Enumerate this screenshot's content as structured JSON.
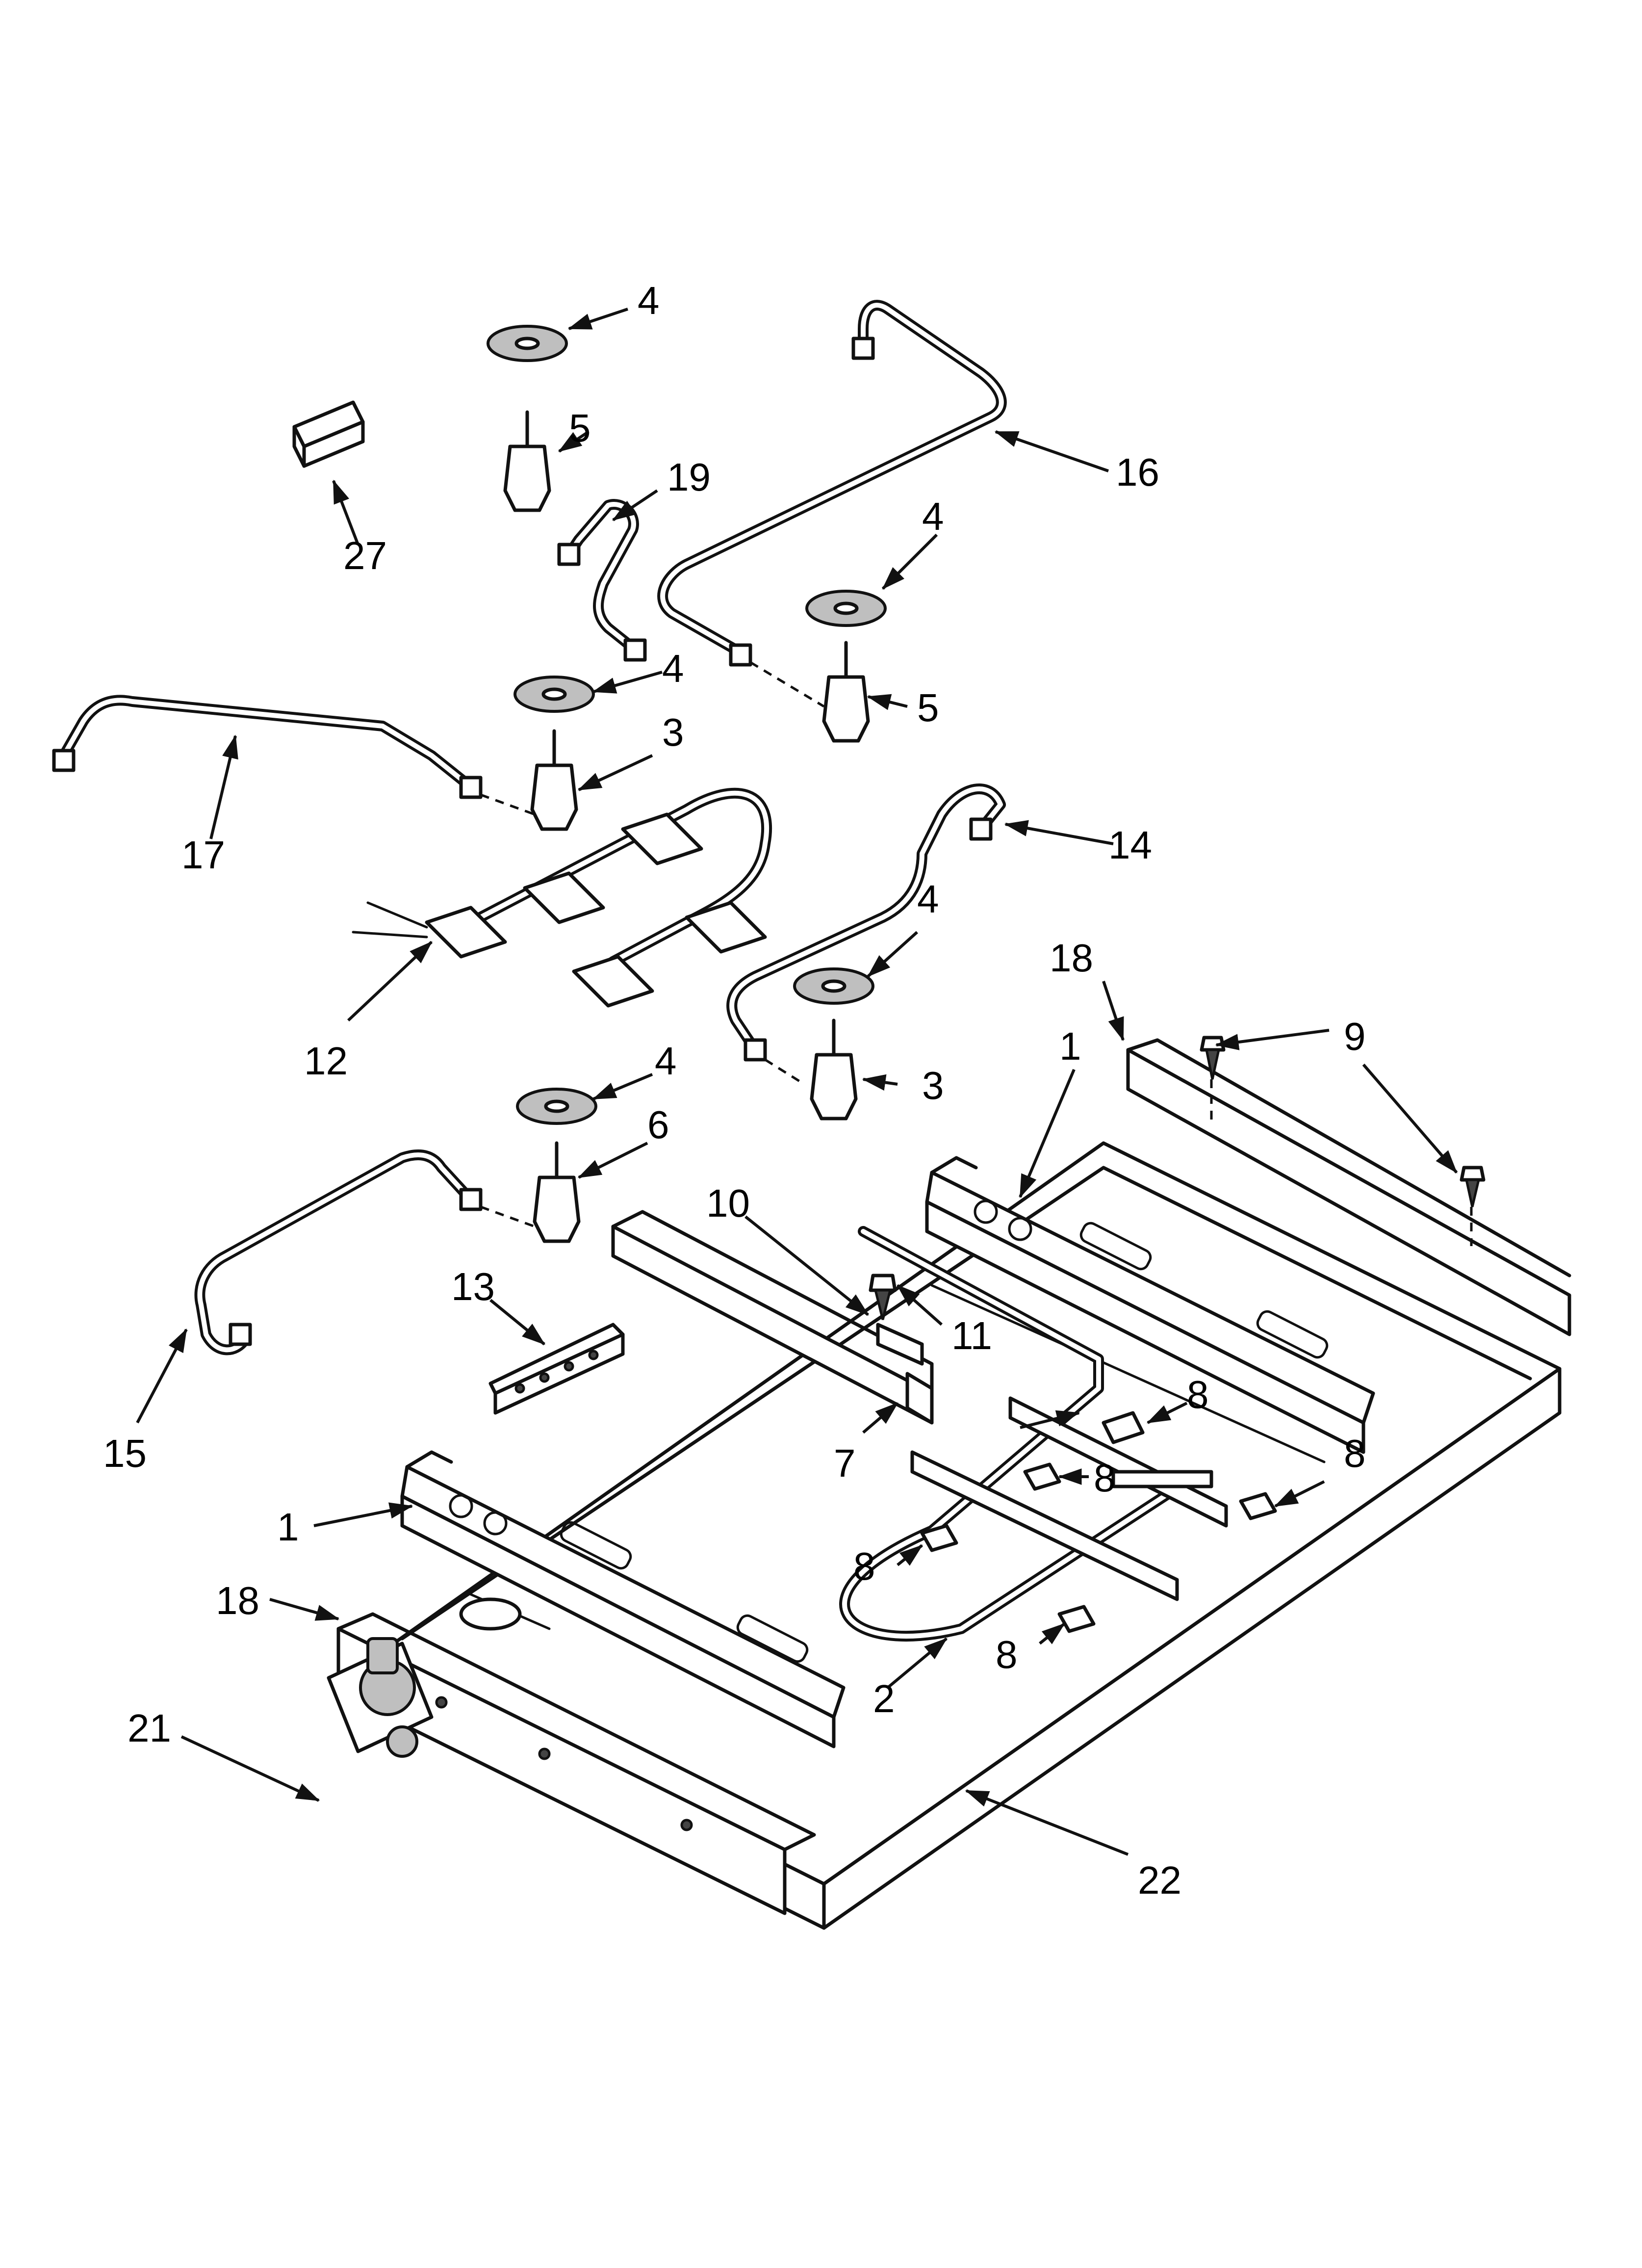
{
  "callouts": {
    "c1a": "1",
    "c1b": "1",
    "c2": "2",
    "c3a": "3",
    "c3b": "3",
    "c4a": "4",
    "c4b": "4",
    "c4c": "4",
    "c4d": "4",
    "c4e": "4",
    "c5a": "5",
    "c5b": "5",
    "c6": "6",
    "c7": "7",
    "c8a": "8",
    "c8b": "8",
    "c8c": "8",
    "c8d": "8",
    "c8e": "8",
    "c9": "9",
    "c10": "10",
    "c11": "11",
    "c12": "12",
    "c13": "13",
    "c14": "14",
    "c15": "15",
    "c16": "16",
    "c17": "17",
    "c18a": "18",
    "c18b": "18",
    "c19": "19",
    "c21": "21",
    "c22": "22",
    "c27": "27"
  }
}
